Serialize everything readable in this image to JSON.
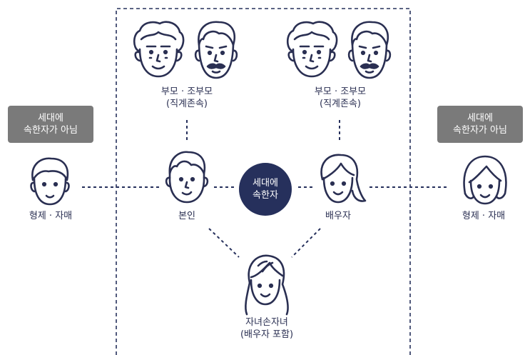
{
  "center": {
    "line1": "세대에",
    "line2": "속한자"
  },
  "left_tag": {
    "line1": "세대에",
    "line2": "속한자가 아님"
  },
  "right_tag": {
    "line1": "세대에",
    "line2": "속한자가 아님"
  },
  "parents_left": {
    "line1": "부모 · 조부모",
    "line2": "(직계존속)"
  },
  "parents_right": {
    "line1": "부모 · 조부모",
    "line2": "(직계존속)"
  },
  "self_label": "본인",
  "spouse_label": "배우자",
  "sibling_left_label": "형제 · 자매",
  "sibling_right_label": "형제 · 자매",
  "children": {
    "line1": "자녀손자녀",
    "line2": "(배우자 포함)"
  },
  "colors": {
    "navy": "#26305c",
    "tag_gray": "#7a7a7a",
    "line": "#2a2f52"
  }
}
